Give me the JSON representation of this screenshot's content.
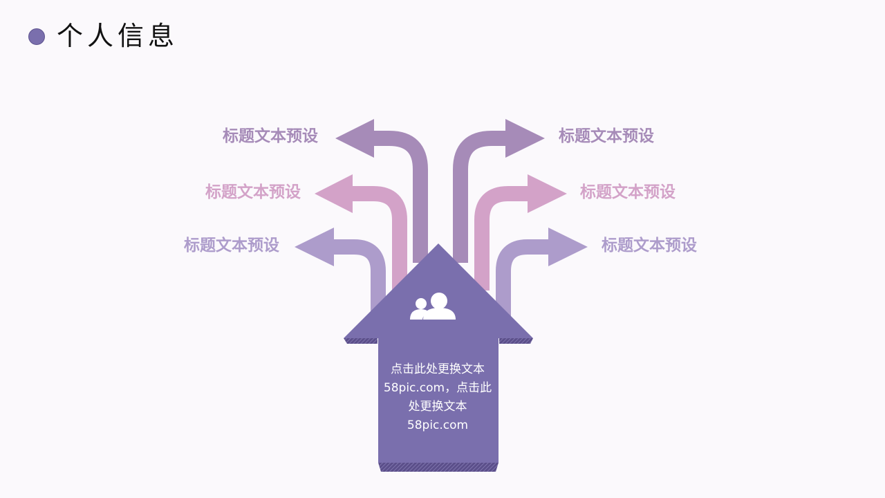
{
  "header": {
    "title": "个人信息"
  },
  "branches": {
    "left_top": "标题文本预设",
    "left_mid": "标题文本预设",
    "left_bottom": "标题文本预设",
    "right_top": "标题文本预设",
    "right_mid": "标题文本预设",
    "right_bottom": "标题文本预设"
  },
  "center": {
    "icon": "users-icon",
    "lines": [
      "点击此处更换文本",
      "58pic.com，点击此",
      "处更换文本",
      "58pic.com"
    ]
  },
  "colors": {
    "dark_purple": "#a68bb8",
    "pink": "#d3a2c8",
    "lavender": "#ad9ccb",
    "main_arrow": "#7a6fad"
  }
}
